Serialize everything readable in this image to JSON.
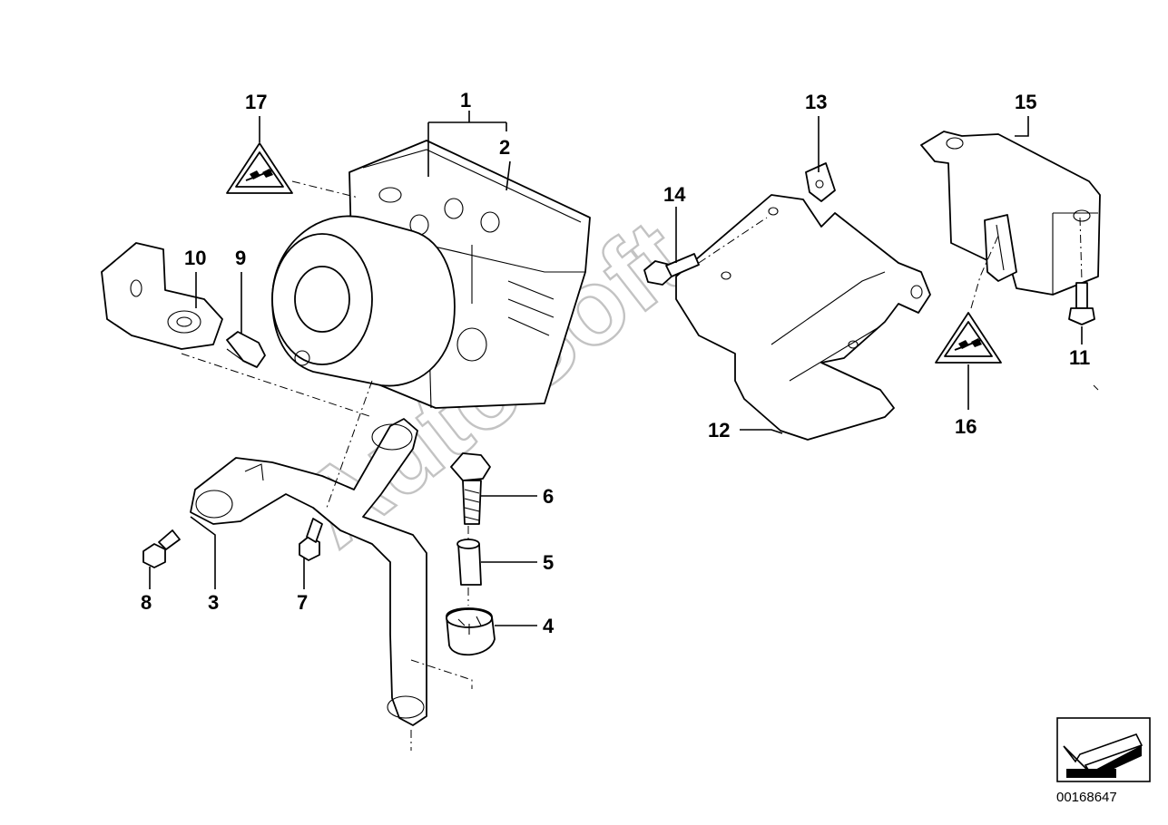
{
  "watermark": "AutoSoft",
  "document_id": "00168647",
  "callouts": [
    "1",
    "2",
    "3",
    "4",
    "5",
    "6",
    "7",
    "8",
    "9",
    "10",
    "11",
    "12",
    "13",
    "14",
    "15",
    "16",
    "17"
  ],
  "icons": {
    "torque_symbol": "torque-wrench-icon",
    "direction_arrow": "front-direction-arrow-icon"
  }
}
